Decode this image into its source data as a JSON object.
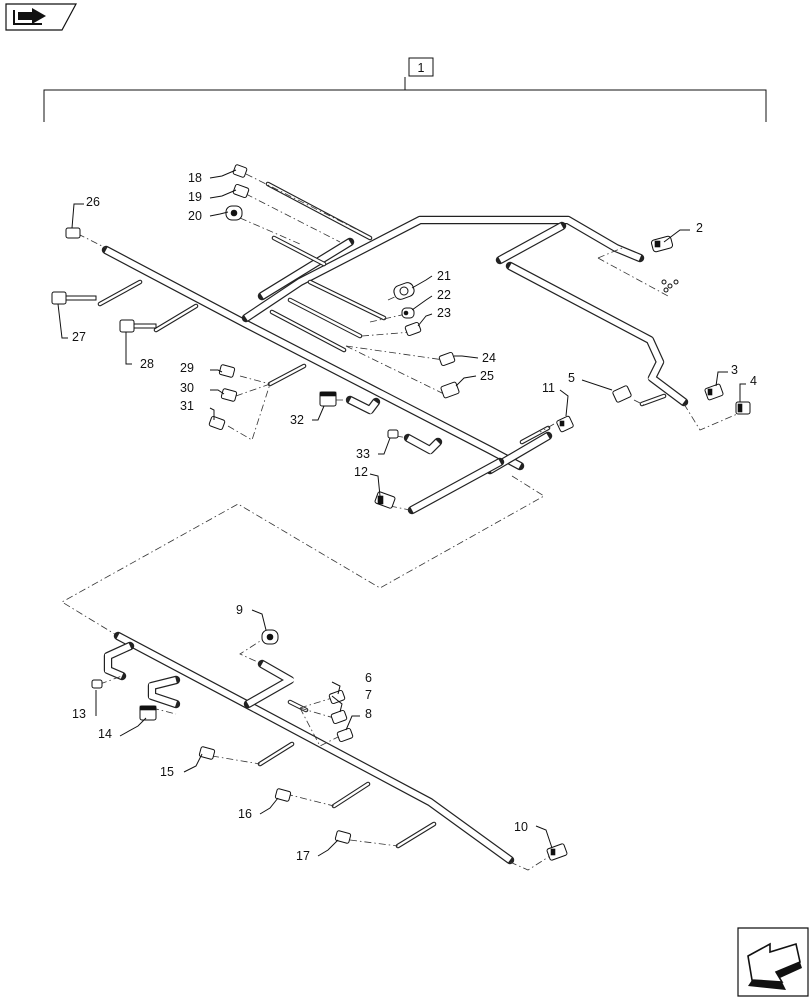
{
  "assembly_label": "1",
  "callouts": [
    "2",
    "3",
    "4",
    "5",
    "6",
    "7",
    "8",
    "9",
    "10",
    "11",
    "12",
    "13",
    "14",
    "15",
    "16",
    "17",
    "18",
    "19",
    "20",
    "21",
    "22",
    "23",
    "24",
    "25",
    "26",
    "27",
    "28",
    "29",
    "30",
    "31",
    "32",
    "33"
  ],
  "icons": {
    "top_left": "book-arrow-icon",
    "bottom_right": "next-page-arrow-icon"
  }
}
